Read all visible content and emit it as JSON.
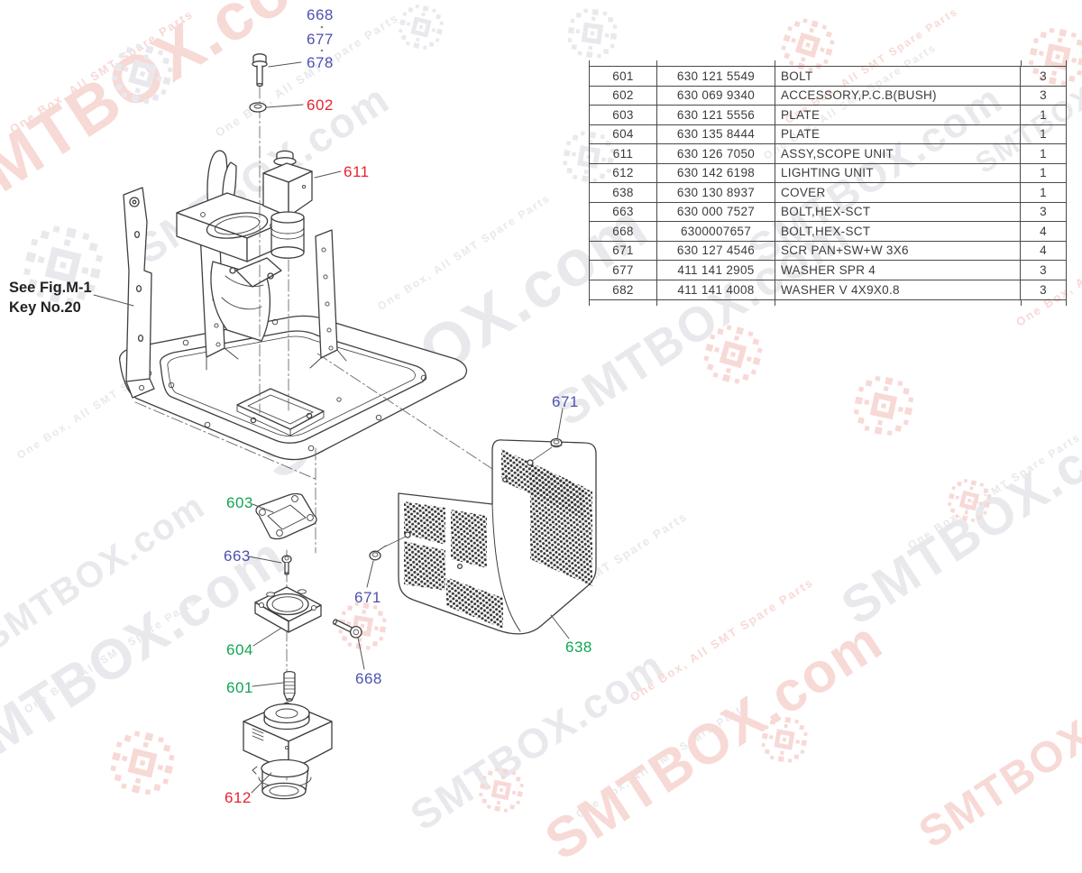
{
  "note": {
    "line1": "See Fig.M-1",
    "line2": "Key No.20"
  },
  "callouts": [
    {
      "label": "668",
      "color": "#4d51b0"
    },
    {
      "label": "677",
      "color": "#4d51b0"
    },
    {
      "label": "678",
      "color": "#4d51b0"
    },
    {
      "label": "602",
      "color": "#e8232e"
    },
    {
      "label": "611",
      "color": "#e8232e"
    },
    {
      "label": "671",
      "color": "#4d51b0"
    },
    {
      "label": "603",
      "color": "#10a653"
    },
    {
      "label": "663",
      "color": "#4d51b0"
    },
    {
      "label": "671",
      "color": "#4d51b0"
    },
    {
      "label": "604",
      "color": "#10a653"
    },
    {
      "label": "668",
      "color": "#4d51b0"
    },
    {
      "label": "601",
      "color": "#10a653"
    },
    {
      "label": "638",
      "color": "#10a653"
    },
    {
      "label": "612",
      "color": "#e8232e"
    }
  ],
  "table": {
    "rows": [
      [
        "601",
        "630 121 5549",
        "BOLT",
        "3"
      ],
      [
        "602",
        "630 069 9340",
        "ACCESSORY,P.C.B(BUSH)",
        "3"
      ],
      [
        "603",
        "630 121 5556",
        "PLATE",
        "1"
      ],
      [
        "604",
        "630 135 8444",
        "PLATE",
        "1"
      ],
      [
        "611",
        "630 126 7050",
        "ASSY,SCOPE UNIT",
        "1"
      ],
      [
        "612",
        "630 142 6198",
        "LIGHTING UNIT",
        "1"
      ],
      [
        "638",
        "630 130 8937",
        "COVER",
        "1"
      ],
      [
        "663",
        "630 000 7527",
        "BOLT,HEX-SCT",
        "3"
      ],
      [
        "668",
        "6300007657",
        "BOLT,HEX-SCT",
        "4"
      ],
      [
        "671",
        "630 127 4546",
        "SCR PAN+SW+W 3X6",
        "4"
      ],
      [
        "677",
        "411 141 2905",
        "WASHER SPR 4",
        "3"
      ],
      [
        "682",
        "411 141 4008",
        "WASHER V 4X9X0.8",
        "3"
      ]
    ]
  },
  "watermark": {
    "brand": "SMTBOX.com",
    "tagline": "One Box, All SMT Spare Parts",
    "gray": "#e9e9ed",
    "pink": "#f7d9d6"
  },
  "colors": {
    "blue": "#4d51b0",
    "red": "#e8232e",
    "green": "#10a653",
    "line": "#3f3f3f"
  }
}
